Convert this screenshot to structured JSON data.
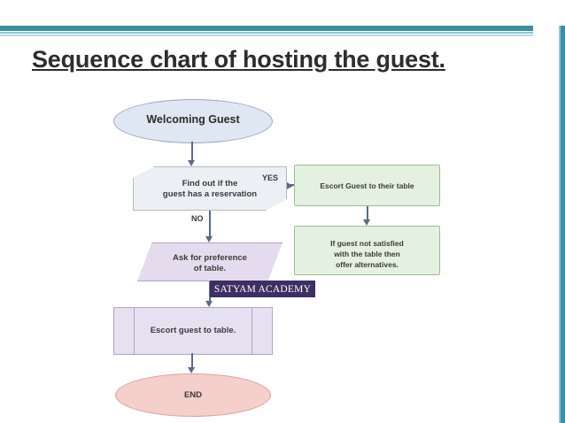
{
  "slide": {
    "title": "Sequence chart of hosting the guest.",
    "accent_color": "#3e8ea3",
    "background": "#ffffff"
  },
  "watermark": {
    "text": "SATYAM ACADEMY",
    "background": "#3d2f63",
    "color": "#ffffff"
  },
  "chart_data": {
    "type": "flowchart",
    "title": "Sequence chart of hosting the guest.",
    "nodes": [
      {
        "id": "start",
        "label": "Welcoming Guest",
        "shape": "ellipse",
        "fill": "#dfe7f3"
      },
      {
        "id": "decision",
        "label": "Find out if the\nguest has a reservation",
        "shape": "hexagon",
        "fill": "#eceff4"
      },
      {
        "id": "escort2",
        "label": "Escort Guest to their table",
        "shape": "wave",
        "fill": "#e4f0e0"
      },
      {
        "id": "alt",
        "label": "If guest not satisfied\nwith the table then\noffer alternatives.",
        "shape": "wave",
        "fill": "#e4f0e0"
      },
      {
        "id": "pref",
        "label": "Ask for preference\nof table.",
        "shape": "parallelogram",
        "fill": "#e4dcee"
      },
      {
        "id": "escort",
        "label": "Escort guest to table.",
        "shape": "process",
        "fill": "#e6e1f1"
      },
      {
        "id": "end",
        "label": "END",
        "shape": "ellipse",
        "fill": "#f4cfcb"
      }
    ],
    "edges": [
      {
        "from": "start",
        "to": "decision",
        "label": ""
      },
      {
        "from": "decision",
        "to": "escort2",
        "label": "YES"
      },
      {
        "from": "decision",
        "to": "pref",
        "label": "NO"
      },
      {
        "from": "escort2",
        "to": "alt",
        "label": ""
      },
      {
        "from": "pref",
        "to": "escort",
        "label": ""
      },
      {
        "from": "escort",
        "to": "end",
        "label": ""
      }
    ]
  },
  "nodes": {
    "start": {
      "label": "Welcoming Guest"
    },
    "decision": {
      "line1": "Find out if the",
      "line2": "guest has a reservation"
    },
    "escort2": {
      "label": "Escort Guest to their table"
    },
    "alt": {
      "line1": "If guest not satisfied",
      "line2": "with the table then",
      "line3": "offer alternatives."
    },
    "pref": {
      "line1": "Ask for preference",
      "line2": "of table."
    },
    "escort": {
      "label": "Escort guest to table."
    },
    "end": {
      "label": "END"
    }
  },
  "labels": {
    "yes": "YES",
    "no": "NO"
  }
}
